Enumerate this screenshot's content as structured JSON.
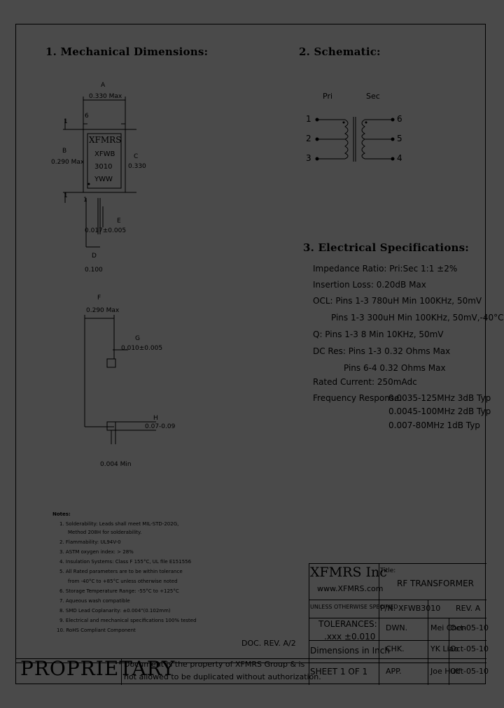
{
  "sections": {
    "mechanical": "1. Mechanical Dimensions:",
    "schematic": "2. Schematic:",
    "electrical": "3. Electrical Specifications:"
  },
  "mechanical": {
    "A_label": "A",
    "A_value": "0.330 Max",
    "B_label": "B",
    "B_value": "0.290 Max",
    "C_label": "C",
    "C_value": "0.330",
    "D_label": "D",
    "D_value": "0.100",
    "E_label": "E",
    "E_value": "0.017±0.005",
    "F_label": "F",
    "F_value": "0.290 Max",
    "G_label": "G",
    "G_value": "0.010±0.005",
    "H_label": "H",
    "H_value": "0.07-0.09",
    "min_value": "0.004 Min",
    "pin_6": "6",
    "pin_1_top": "1",
    "pin_1_bottom": "1",
    "pin_1_bottom_b": "1",
    "marking_line1": "XFMRS",
    "marking_line2": "XFWB",
    "marking_line3": "3010",
    "marking_line4": "YWW"
  },
  "schematic": {
    "pri_label": "Pri",
    "sec_label": "Sec",
    "pins_left": [
      "1",
      "2",
      "3"
    ],
    "pins_right": [
      "6",
      "5",
      "4"
    ]
  },
  "electrical": [
    "Impedance Ratio: Pri:Sec 1:1 ±2%",
    "Insertion Loss: 0.20dB Max",
    "OCL: Pins 1-3 780uH Min 100KHz, 50mV",
    "Pins 1-3 300uH Min 100KHz, 50mV,-40°C",
    "Q: Pins 1-3 8 Min 10KHz, 50mV",
    "DC Res: Pins 1-3 0.32 Ohms Max",
    "Pins 6-4 0.32 Ohms Max",
    "Rated Current: 250mAdc",
    "Frequency Response:",
    "0.0035-125MHz 3dB Typ",
    "0.0045-100MHz 2dB Typ",
    "0.007-80MHz 1dB Typ"
  ],
  "notes": {
    "title": "Notes:",
    "items": [
      "1. Solderability: Leads shall meet MIL-STD-202G,",
      "Method 208H for solderability.",
      "2. Flammability: UL94V-0",
      "3. ASTM oxygen index: > 28%",
      "4. Insulation Systems: Class F 155°C, UL file E151556",
      "5. All Rated parameters are to be within tolerance",
      "from -40°C to +85°C unless otherwise noted",
      "6. Storage Temperature Range: -55°C to +125°C",
      "7. Aqueous wash compatible",
      "8. SMD Lead Coplanarity: ±0.004\"(0.102mm)",
      "9. Electrical and mechanical specifications 100% tested",
      "10. RoHS Compliant Component"
    ]
  },
  "title_block": {
    "company": "XFMRS Inc",
    "website": "www.XFMRS.com",
    "title_label": "Title:",
    "title_value": "RF TRANSFORMER",
    "unless": "UNLESS OTHERWISE SPECIFIED",
    "pn_label": "P/N:",
    "pn_value": "XFWB3010",
    "rev_label": "REV. A",
    "tolerances": "TOLERANCES:",
    "tol_value": ".xxx ±0.010",
    "dimensions": "Dimensions in Inch",
    "dwn_label": "DWN.",
    "dwn_name": "Mei Chen",
    "dwn_date": "Oct-05-10",
    "chk_label": "CHK.",
    "chk_name": "YK Liao",
    "chk_date": "Oct-05-10",
    "app_label": "APP.",
    "app_name": "Joe Huff",
    "app_date": "Oct-05-10",
    "sheet": "SHEET 1 OF 1",
    "doc_rev": "DOC. REV. A/2",
    "proprietary": "PROPRIETARY",
    "prop_line1": "Document is the property of XFMRS Group & is",
    "prop_line2": "not allowed to be duplicated without authorization."
  }
}
